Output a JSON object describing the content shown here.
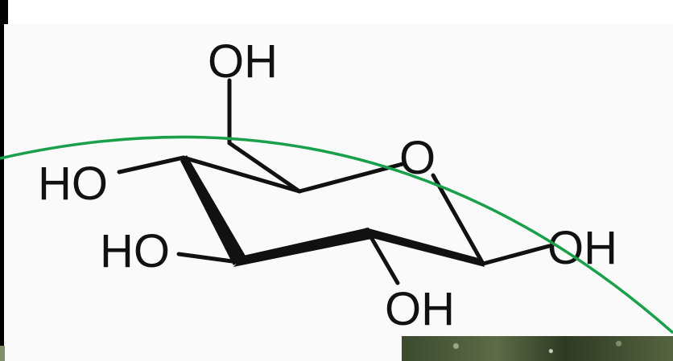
{
  "molecule": {
    "labels": {
      "top_oh": "OH",
      "left_ho": "HO",
      "lower_ho": "HO",
      "ring_o": "O",
      "right_oh": "OH",
      "bottom_oh": "OH"
    }
  },
  "colors": {
    "bond": "#111111",
    "arc": "#1aa04a",
    "panel": "#fafafa"
  }
}
